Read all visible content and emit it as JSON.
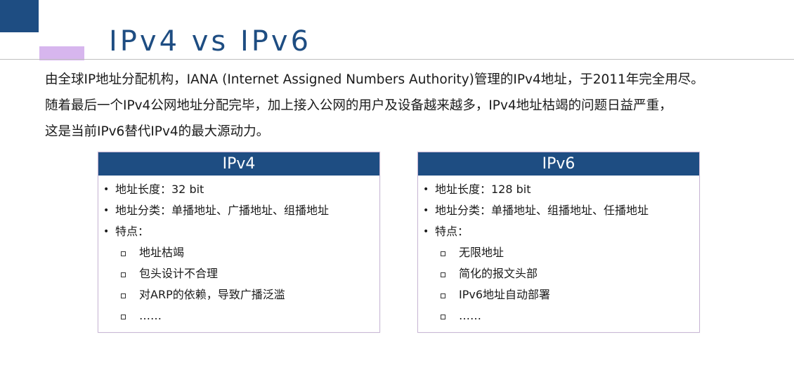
{
  "slide": {
    "title": "IPv4 vs IPv6",
    "intro": [
      "由全球IP地址分配机构，IANA (Internet Assigned Numbers Authority)管理的IPv4地址，于2011年完全用尽。",
      "随着最后一个IPv4公网地址分配完毕，加上接入公网的用户及设备越来越多，IPv4地址枯竭的问题日益严重，",
      "这是当前IPv6替代IPv4的最大源动力。"
    ],
    "colors": {
      "brand": "#1e4d82",
      "accent": "#d7b6ee",
      "card_border": "#c9b7d6"
    }
  },
  "ipv4": {
    "header": "IPv4",
    "length": "地址长度：32 bit",
    "category": "地址分类：单播地址、广播地址、组播地址",
    "features_label": "特点：",
    "features": [
      "地址枯竭",
      "包头设计不合理",
      "对ARP的依赖，导致广播泛滥",
      "……"
    ]
  },
  "ipv6": {
    "header": "IPv6",
    "length": "地址长度：128 bit",
    "category": "地址分类：单播地址、组播地址、任播地址",
    "features_label": "特点：",
    "features": [
      "无限地址",
      "简化的报文头部",
      "IPv6地址自动部署",
      "……"
    ]
  }
}
